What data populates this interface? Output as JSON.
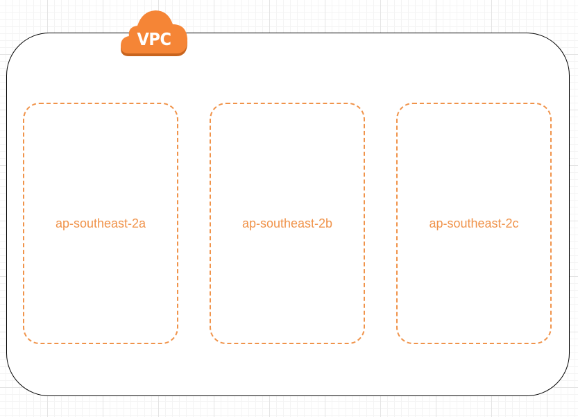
{
  "diagram": {
    "vpc": {
      "label": "VPC",
      "badge_color": "#f58536",
      "badge_shadow_color": "#c8641e",
      "border_color": "#000000"
    },
    "availability_zones": [
      {
        "label": "ap-southeast-2a"
      },
      {
        "label": "ap-southeast-2b"
      },
      {
        "label": "ap-southeast-2c"
      }
    ],
    "zone_color": "#f0934a"
  }
}
